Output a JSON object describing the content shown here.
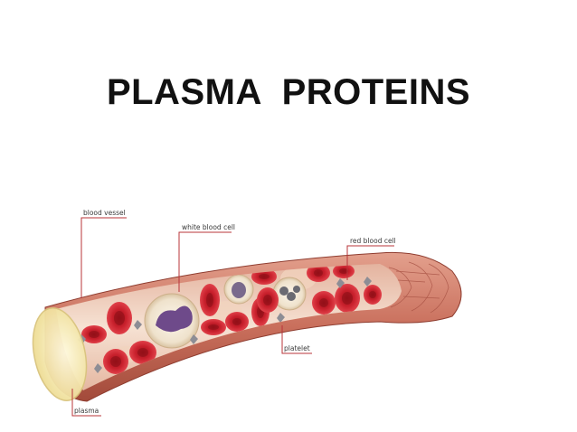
{
  "slide": {
    "title": "PLASMA  PROTEINS"
  },
  "diagram": {
    "labels": {
      "blood_vessel": "blood vessel",
      "white_blood_cell": "white blood cell",
      "red_blood_cell": "red blood cell",
      "platelet": "platelet",
      "plasma": "plasma"
    },
    "colors": {
      "vessel_wall": "#c96f5c",
      "vessel_inner": "#f3d9c8",
      "red_cell": "#c8202c",
      "red_cell_dark": "#8e0f18",
      "leader_line": "#b8343a",
      "plasma_end": "#f7efc0"
    }
  }
}
